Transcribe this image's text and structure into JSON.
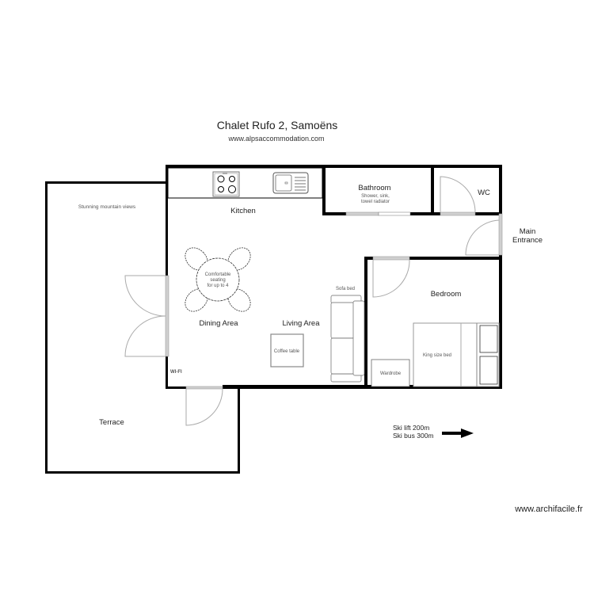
{
  "header": {
    "title": "Chalet Rufo 2, Samoëns",
    "website": "www.alpsaccommodation.com"
  },
  "rooms": {
    "kitchen": "Kitchen",
    "bathroom": "Bathroom",
    "bathroom_note_line1": "Shower, sink,",
    "bathroom_note_line2": "towel radiator",
    "wc": "WC",
    "main_entrance_line1": "Main",
    "main_entrance_line2": "Entrance",
    "dining_area": "Dining Area",
    "living_area": "Living Area",
    "bedroom": "Bedroom",
    "terrace": "Terrace"
  },
  "furniture": {
    "table_line1": "Comfortable",
    "table_line2": "seating",
    "table_line3": "for up to 4",
    "sofa_bed": "Sofa bed",
    "coffee_table": "Coffee table",
    "king_bed": "King size bed",
    "wardrobe": "Wardrobe"
  },
  "annotations": {
    "mountain_views": "Stunning mountain views",
    "wifi": "WI-FI",
    "ski_lift": "Ski lift 200m",
    "ski_bus": "Ski bus 300m",
    "direction_icon": "arrow-right-icon"
  },
  "footer": {
    "credit": "www.archifacile.fr"
  },
  "colors": {
    "wall": "#000000",
    "fixture_outline": "#999999",
    "door_sill": "#d0d0d0",
    "background": "#ffffff"
  }
}
